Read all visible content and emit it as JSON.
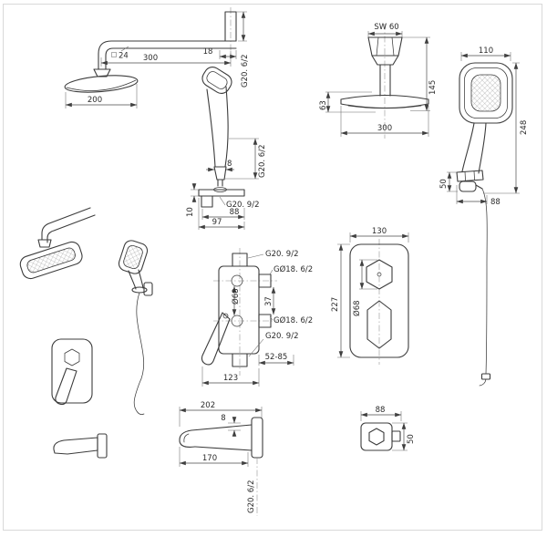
{
  "colors": {
    "background": "#ffffff",
    "line": "#3c3c3c",
    "dimension": "#4a4a4a"
  },
  "views": {
    "overhead": {
      "dim_square": "24",
      "dim_arm_length": "300",
      "dim_wall_offset": "18",
      "thread": "G20. 6/2",
      "dim_head_width": "200"
    },
    "handshower_side": {
      "dim_neck": "8",
      "thread_inlet": "G20. 6/2",
      "thread_bracket": "G20. 9/2",
      "dim_bracket_width": "88",
      "dim_plate_thickness": "10",
      "dim_total_width": "97"
    },
    "ceiling": {
      "dim_hex": "SW 60",
      "dim_head_height": "63",
      "dim_total_height": "145",
      "dim_head_width": "300"
    },
    "handshower_front": {
      "dim_head_width": "110",
      "dim_total_height": "248",
      "dim_elbow_height": "50",
      "dim_elbow_width": "88"
    },
    "mixer_section": {
      "thread_top": "G20. 9/2",
      "thread_inlet": "GØ18. 6/2",
      "dim_body_dia": "Ø68",
      "dim_depth": "37",
      "thread_bottom": "G20. 9/2",
      "dim_mount_depth": "52-85",
      "dim_height": "123"
    },
    "mixer_front": {
      "dim_width": "130",
      "dim_height": "227",
      "dim_dia": "Ø68"
    },
    "spout": {
      "dim_length": "202",
      "dim_lip": "8",
      "dim_reach": "170",
      "thread": "G20. 6/2"
    },
    "elbow": {
      "dim_width": "88",
      "dim_height": "50"
    }
  }
}
